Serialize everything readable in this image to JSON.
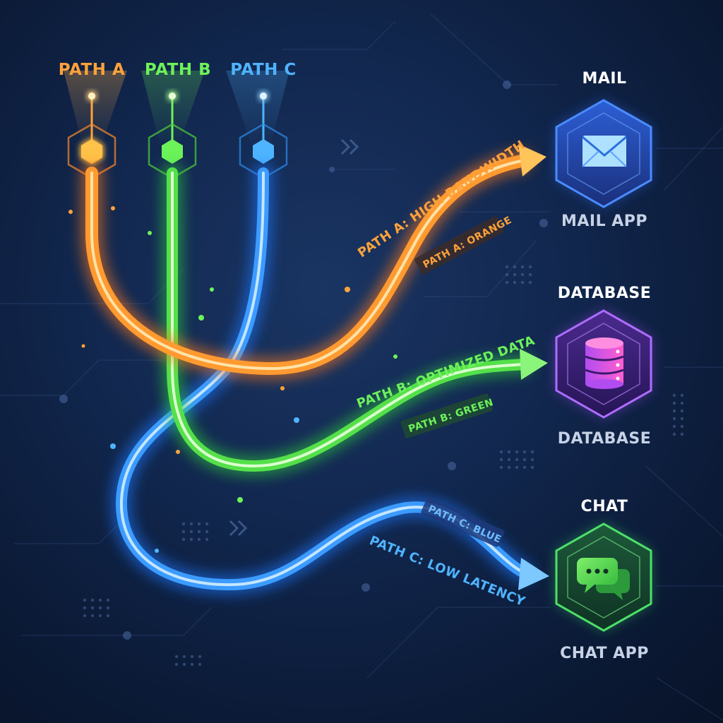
{
  "paths": [
    {
      "id": "a",
      "label": "PATH A",
      "color": "#ffa23a",
      "glow": "#ff7a1a",
      "annotation": "PATH A: HIGH BANDWIDTH",
      "tag": "PATH A: ORANGE",
      "target": "MAIL"
    },
    {
      "id": "b",
      "label": "PATH B",
      "color": "#6df25a",
      "glow": "#2fd43a",
      "annotation": "PATH B: OPTIMIZED DATA",
      "tag": "PATH B: GREEN",
      "target": "DATABASE"
    },
    {
      "id": "c",
      "label": "PATH C",
      "color": "#4fb4ff",
      "glow": "#1f78ff",
      "annotation": "PATH C: LOW LATENCY",
      "tag": "PATH C: BLUE",
      "target": "CHAT"
    }
  ],
  "nodes": [
    {
      "id": "mail",
      "title": "MAIL",
      "caption": "MAIL APP",
      "icon": "envelope-icon",
      "color": "#3f8cff"
    },
    {
      "id": "database",
      "title": "DATABASE",
      "caption": "DATABASE",
      "icon": "database-icon",
      "color": "#b05cff"
    },
    {
      "id": "chat",
      "title": "CHAT",
      "caption": "CHAT APP",
      "icon": "chat-bubbles-icon",
      "color": "#43e06a"
    }
  ]
}
